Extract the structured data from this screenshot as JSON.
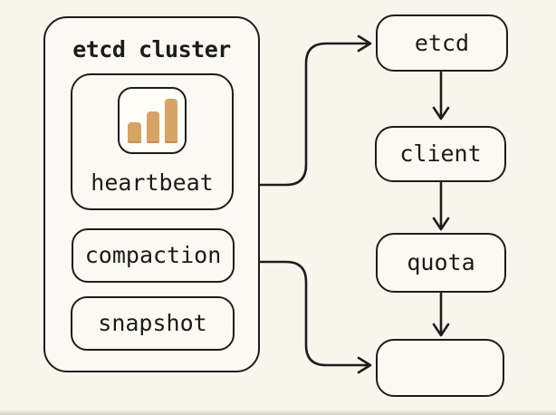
{
  "colors": {
    "background": "#f8f5ed",
    "box_fill": "#fbf9f2",
    "stroke": "#1d1d1d",
    "text": "#1b1b1b",
    "icon_fill": "#fefdf8",
    "bar_accent": "#d7a466"
  },
  "cluster": {
    "title": "etcd cluster",
    "items": [
      {
        "id": "heartbeat",
        "label": "heartbeat",
        "icon": "bar-chart-icon"
      },
      {
        "id": "compaction",
        "label": "compaction"
      },
      {
        "id": "snapshot",
        "label": "snapshot"
      }
    ]
  },
  "flow": {
    "nodes": [
      {
        "id": "etcd",
        "label": "etcd"
      },
      {
        "id": "client",
        "label": "client"
      },
      {
        "id": "quota",
        "label": "quota"
      },
      {
        "id": "unlabeled",
        "label": ""
      }
    ]
  },
  "edges": [
    {
      "from": "heartbeat",
      "to": "etcd",
      "style": "elbow-right-up"
    },
    {
      "from": "etcd",
      "to": "client",
      "style": "straight-down"
    },
    {
      "from": "client",
      "to": "quota",
      "style": "straight-down"
    },
    {
      "from": "quota",
      "to": "unlabeled",
      "style": "straight-down"
    },
    {
      "from": "compaction",
      "to": "unlabeled",
      "style": "elbow-right-down"
    }
  ]
}
